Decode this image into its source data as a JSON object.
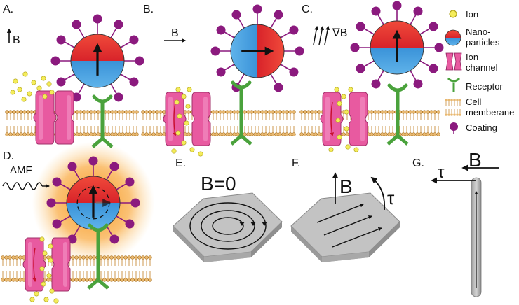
{
  "panels": {
    "a": {
      "letter": "A.",
      "field": "B"
    },
    "b": {
      "letter": "B.",
      "field": "B"
    },
    "c": {
      "letter": "C.",
      "field": "∇B"
    },
    "d": {
      "letter": "D.",
      "field": "AMF"
    },
    "e": {
      "letter": "E.",
      "field": "B=0"
    },
    "f": {
      "letter": "F.",
      "field": "B",
      "torque": "τ"
    },
    "g": {
      "letter": "G.",
      "field": "B",
      "torque": "τ"
    }
  },
  "legend": {
    "ion": "Ion",
    "nanoparticles_1": "Nano-",
    "nanoparticles_2": "particles",
    "ion_channel_1": "Ion",
    "ion_channel_2": "channel",
    "receptor": "Receptor",
    "membrane_1": "Cell",
    "membrane_2": "memberane",
    "coating": "Coating"
  },
  "colors": {
    "north": "#e8262a",
    "south": "#3a8fd6",
    "coating": "#8b1a7e",
    "ion": "#f4ec5a",
    "channel": "#e85aa0",
    "receptor": "#4aa23c",
    "lipid": "#e8b870",
    "plate": "#b8b8b8"
  }
}
